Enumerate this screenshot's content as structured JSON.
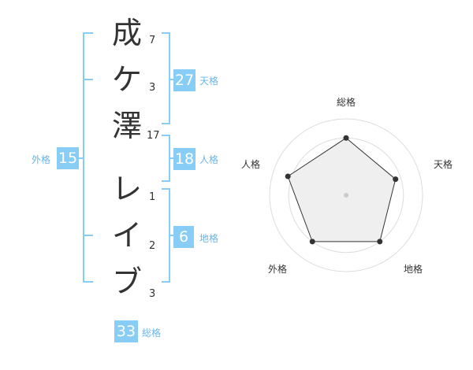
{
  "name": {
    "chars": [
      {
        "char": "成",
        "strokes": "7"
      },
      {
        "char": "ケ",
        "strokes": "3"
      },
      {
        "char": "澤",
        "strokes": "17"
      },
      {
        "char": "レ",
        "strokes": "1"
      },
      {
        "char": "イ",
        "strokes": "2"
      },
      {
        "char": "ブ",
        "strokes": "3"
      }
    ]
  },
  "kakusu": {
    "tenkaku": {
      "value": "27",
      "label": "天格"
    },
    "jinkaku": {
      "value": "18",
      "label": "人格"
    },
    "chikaku": {
      "value": "6",
      "label": "地格"
    },
    "gaikaku": {
      "value": "15",
      "label": "外格"
    },
    "soukaku": {
      "value": "33",
      "label": "総格"
    }
  },
  "colors": {
    "accent": "#88cdf5",
    "accent_text": "#6ab5e6",
    "text": "#333333",
    "radar_fill": "#efefef"
  },
  "chart_data": {
    "type": "radar",
    "axes": [
      "総格",
      "天格",
      "地格",
      "外格",
      "人格"
    ],
    "values": [
      0.75,
      0.68,
      0.75,
      0.75,
      0.8
    ],
    "max": 1,
    "rings": 4
  }
}
